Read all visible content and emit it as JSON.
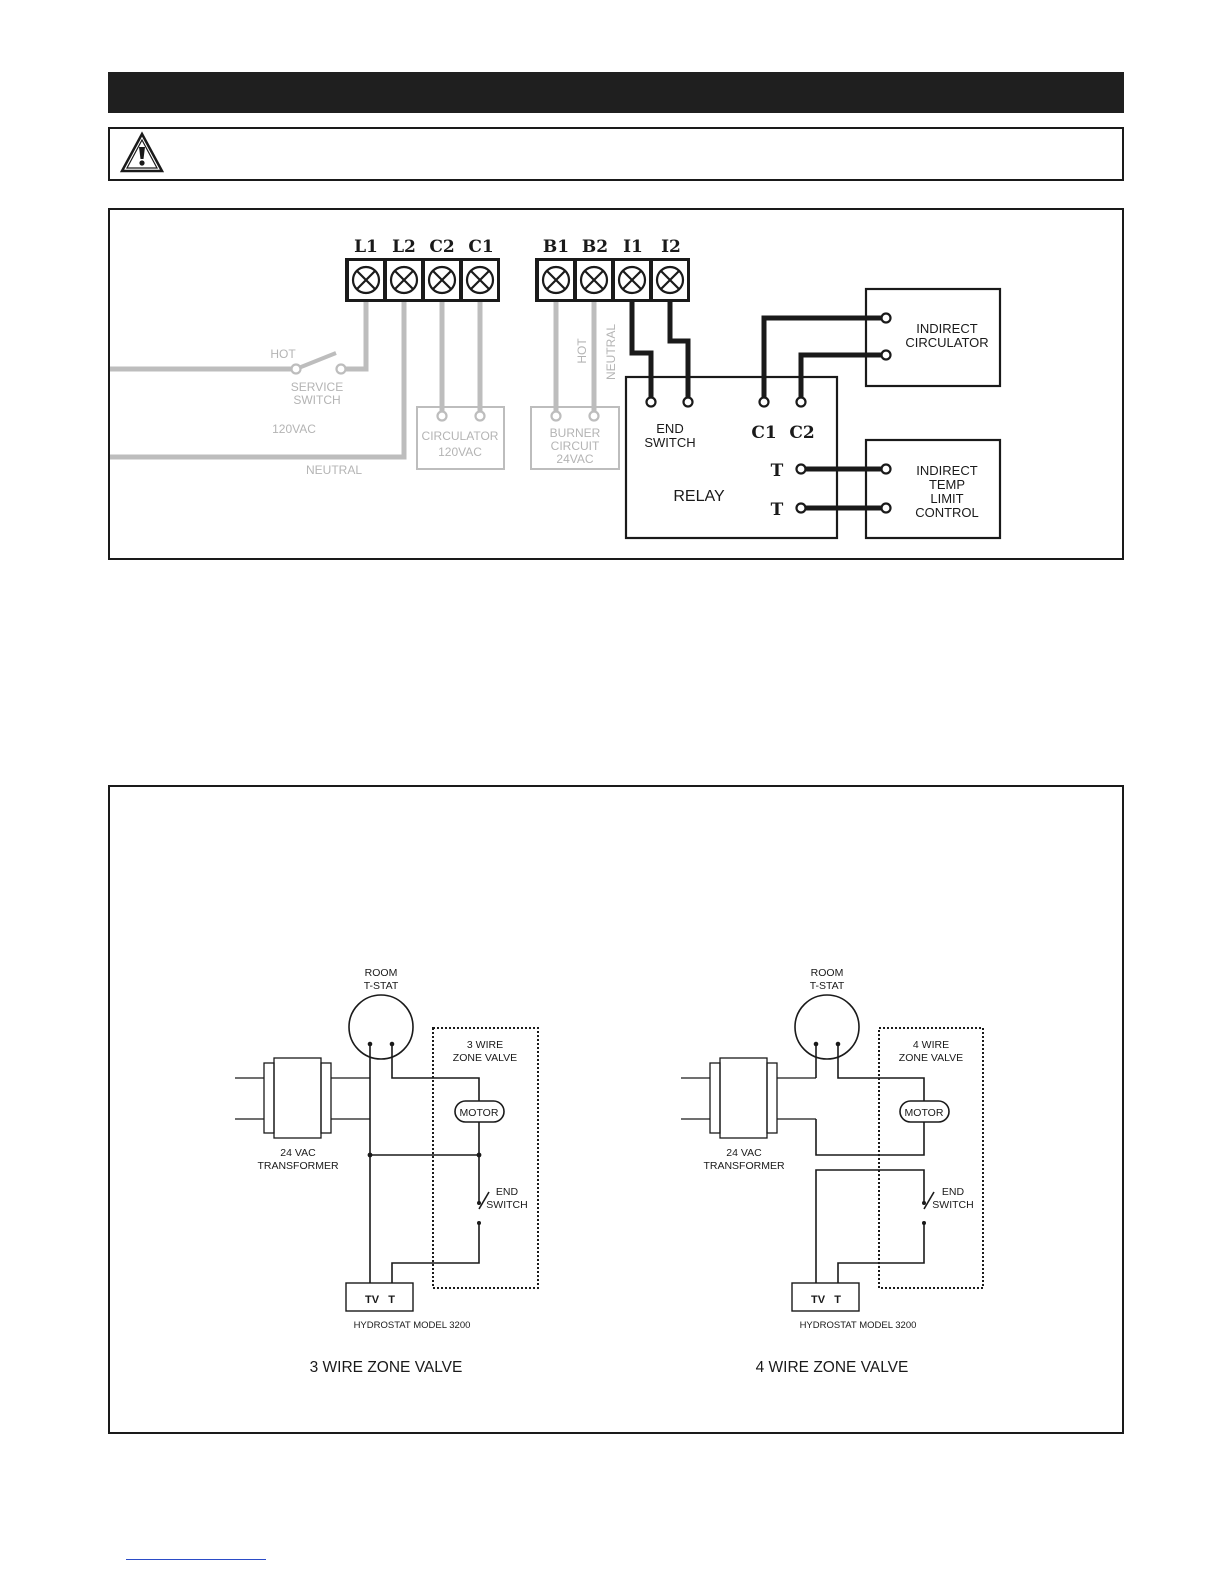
{
  "header": {
    "title": ""
  },
  "warning": {
    "icon": "warning-triangle-icon",
    "text": ""
  },
  "relay_diagram": {
    "terminals_left": [
      "L1",
      "L2",
      "C2",
      "C1"
    ],
    "terminals_right": [
      "B1",
      "B2",
      "I1",
      "I2"
    ],
    "hot_label": "HOT",
    "service_switch_line1": "SERVICE",
    "service_switch_line2": "SWITCH",
    "volt_label": "120VAC",
    "neutral_label": "NEUTRAL",
    "circulator_line1": "CIRCULATOR",
    "circulator_line2": "120VAC",
    "burner_hot": "HOT",
    "burner_neutral": "NEUTRAL",
    "burner_line1": "BURNER",
    "burner_line2": "CIRCUIT",
    "burner_line3": "24VAC",
    "relay_end_line1": "END",
    "relay_end_line2": "SWITCH",
    "relay_c1": "C1",
    "relay_c2": "C2",
    "relay_t1": "T",
    "relay_t2": "T",
    "relay_label": "RELAY",
    "indirect_circ_line1": "INDIRECT",
    "indirect_circ_line2": "CIRCULATOR",
    "indirect_temp_line1": "INDIRECT",
    "indirect_temp_line2": "TEMP",
    "indirect_temp_line3": "LIMIT",
    "indirect_temp_line4": "CONTROL",
    "colors": {
      "grey_wire": "#bdbdbd",
      "black_wire": "#1a1a1a"
    }
  },
  "zone_diagrams": [
    {
      "room_line1": "ROOM",
      "room_line2": "T-STAT",
      "valve_line1": "3 WIRE",
      "valve_line2": "ZONE VALVE",
      "motor": "MOTOR",
      "end_line1": "END",
      "end_line2": "SWITCH",
      "transformer_line1": "24 VAC",
      "transformer_line2": "TRANSFORMER",
      "hydro_terminals": "TV   T",
      "hydro_label": "HYDROSTAT MODEL 3200",
      "caption": "3 WIRE ZONE VALVE"
    },
    {
      "room_line1": "ROOM",
      "room_line2": "T-STAT",
      "valve_line1": "4 WIRE",
      "valve_line2": "ZONE VALVE",
      "motor": "MOTOR",
      "end_line1": "END",
      "end_line2": "SWITCH",
      "transformer_line1": "24 VAC",
      "transformer_line2": "TRANSFORMER",
      "hydro_terminals": "TV   T",
      "hydro_label": "HYDROSTAT MODEL 3200",
      "caption": "4 WIRE ZONE VALVE"
    }
  ]
}
